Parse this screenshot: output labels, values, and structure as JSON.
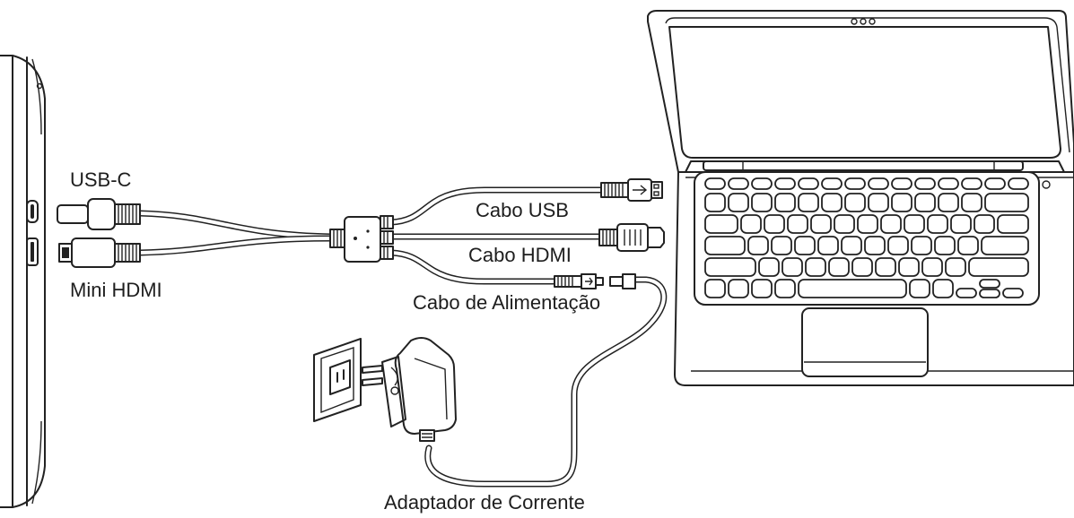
{
  "labels": {
    "usb_c": "USB-C",
    "mini_hdmi": "Mini HDMI",
    "usb_cable": "Cabo USB",
    "hdmi_cable": "Cabo HDMI",
    "power_cable": "Cabo de Alimentação",
    "power_adapter": "Adaptador de Corrente"
  }
}
